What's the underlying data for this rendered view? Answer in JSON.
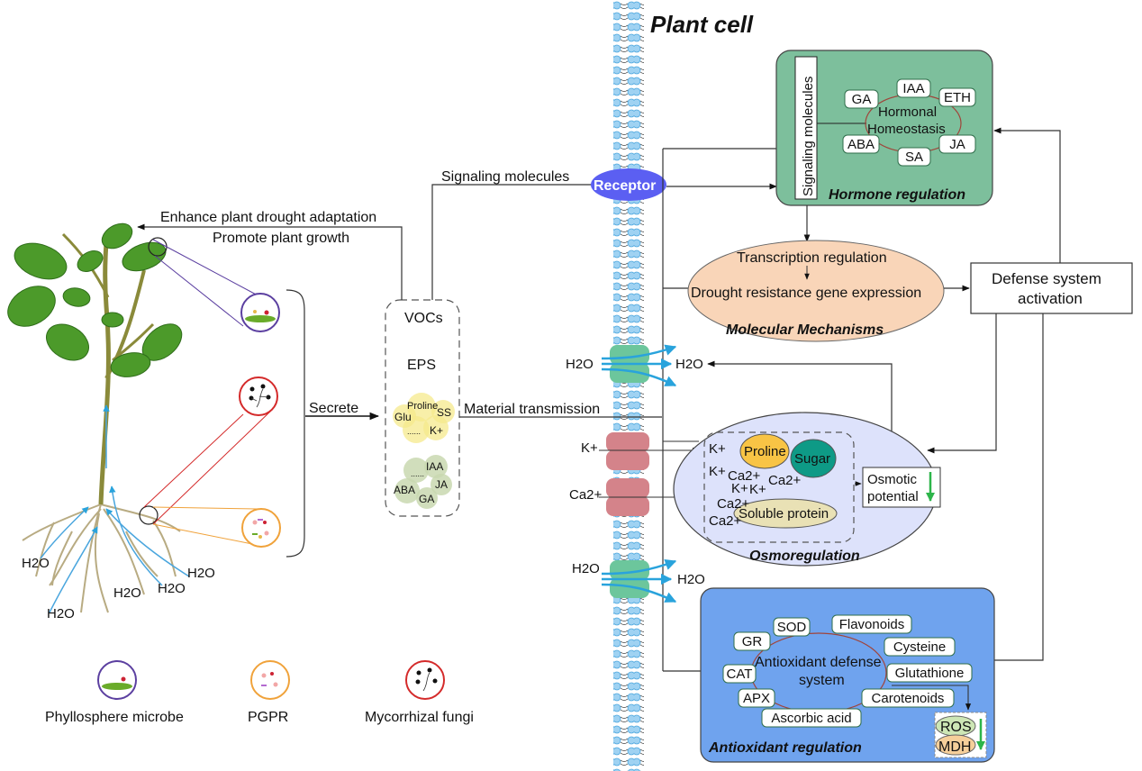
{
  "title": "Plant cell",
  "plant": {
    "water_labels": [
      "H2O",
      "H2O",
      "H2O",
      "H2O",
      "H2O"
    ],
    "top_label_1": "Enhance plant drought adaptation",
    "top_label_2": "Promote plant growth",
    "secrete_label": "Secrete"
  },
  "legend": [
    {
      "label": "Phyllosphere microbe",
      "color": "#5b3fa0"
    },
    {
      "label": "PGPR",
      "color": "#f0a23a"
    },
    {
      "label": "Mycorrhizal fungi",
      "color": "#d42a2a"
    }
  ],
  "secretions": {
    "vocs": "VOCs",
    "eps": "EPS",
    "yellow_cluster": [
      "Proline",
      "Glu",
      "SS",
      "K+",
      "......"
    ],
    "green_cluster": [
      "IAA",
      "......",
      "JA",
      "ABA",
      "GA"
    ]
  },
  "links": {
    "signaling_molecules": "Signaling molecules",
    "material_transmission": "Material transmission",
    "receptor": "Receptor"
  },
  "membrane": {
    "water_in": "H2O",
    "water_out": "H2O",
    "k_ion": "K+",
    "ca_ion": "Ca2+",
    "water_in_2": "H2O",
    "water_out_2": "H2O"
  },
  "hormone_regulation": {
    "title": "Hormone regulation",
    "side_label": "Signaling molecules",
    "center": [
      "Hormonal",
      "Homeostasis"
    ],
    "hormones": [
      "GA",
      "IAA",
      "ETH",
      "ABA",
      "SA",
      "JA"
    ],
    "color": "#7dbf9c"
  },
  "molecular": {
    "title": "Molecular Mechanisms",
    "line1": "Transcription regulation",
    "line2": "Drought resistance gene expression",
    "color": "#f9d5b8"
  },
  "defense": {
    "line1": "Defense system",
    "line2": "activation"
  },
  "osmoregulation": {
    "title": "Osmoregulation",
    "proline": "Proline",
    "sugar": "Sugar",
    "soluble_protein": "Soluble protein",
    "osmotic_1": "Osmotic",
    "osmotic_2": "potential",
    "ions": [
      "K+",
      "K+",
      "Ca2+",
      "Ca2+",
      "K+",
      "K+",
      "Ca2+",
      "Ca2+"
    ],
    "color": "#dde2fb"
  },
  "antioxidant": {
    "title": "Antioxidant regulation",
    "center": [
      "Antioxidant defense",
      "system"
    ],
    "items": [
      "SOD",
      "Flavonoids",
      "GR",
      "Cysteine",
      "CAT",
      "Glutathione",
      "APX",
      "Carotenoids",
      "Ascorbic acid"
    ],
    "ros": "ROS",
    "mdh": "MDH",
    "color": "#6fa3ee"
  }
}
